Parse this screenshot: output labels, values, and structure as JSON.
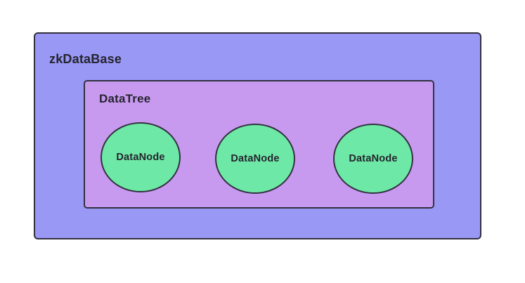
{
  "diagram": {
    "outer": {
      "label": "zkDataBase"
    },
    "inner": {
      "label": "DataTree",
      "nodes": [
        {
          "label": "DataNode"
        },
        {
          "label": "DataNode"
        },
        {
          "label": "DataNode"
        }
      ]
    }
  },
  "colors": {
    "outer-fill": "#9998f5",
    "inner-fill": "#c79af0",
    "node-fill": "#6ee8a7",
    "stroke": "#33313f",
    "text": "#26242e",
    "background": "#ffffff"
  }
}
